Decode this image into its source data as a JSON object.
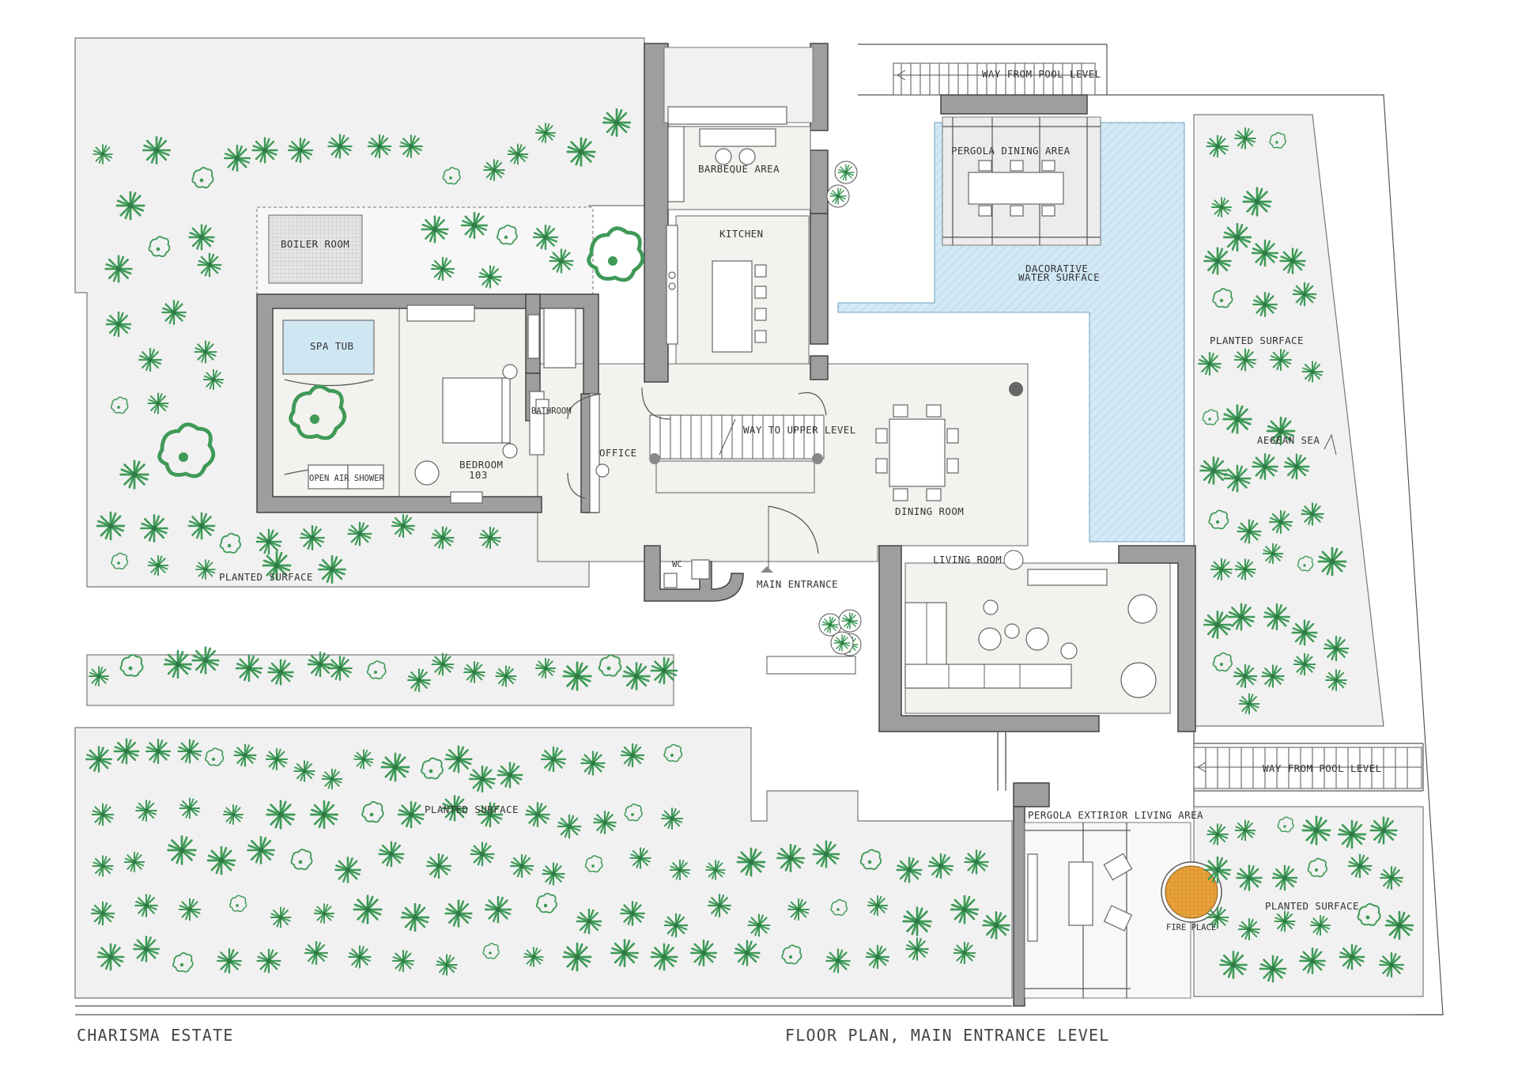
{
  "plan": {
    "project_name": "CHARISMA ESTATE",
    "drawing_title": "FLOOR PLAN, MAIN ENTRANCE LEVEL",
    "labels": {
      "way_from_pool_top": "WAY FROM POOL LEVEL",
      "pergola_dining": "PERGOLA DINING AREA",
      "barbeque": "BARBEQUE AREA",
      "kitchen": "KITCHEN",
      "boiler_room": "BOILER ROOM",
      "decorative_water_1": "DACORATIVE",
      "decorative_water_2": "WATER SURFACE",
      "planted_right": "PLANTED SURFACE",
      "aegean_sea": "AEGEAN SEA",
      "spa_tub": "SPA TUB",
      "bathroom": "BATHROOM",
      "open_air_shower": "OPEN AIR SHOWER",
      "bedroom_1": "BEDROOM",
      "bedroom_2": "103",
      "office": "OFFICE",
      "way_to_upper": "WAY TO UPPER LEVEL",
      "dining_room": "DINING ROOM",
      "living_room": "LIVING ROOM",
      "wc": "WC",
      "main_entrance": "MAIN ENTRANCE",
      "planted_left": "PLANTED SURFACE",
      "planted_lower": "PLANTED SURFACE",
      "way_from_pool_bottom": "WAY FROM POOL LEVEL",
      "pergola_exterior": "PERGOLA EXTIRIOR LIVING AREA",
      "fire_place": "FIRE PLACE",
      "planted_bottom_right": "PLANTED SURFACE"
    },
    "colors": {
      "wall": "#9e9e9e",
      "garden": "#f1f1f1",
      "floor": "#f3f2ee",
      "water": "#cfe7f3",
      "plant": "#3f9a57",
      "fire": "#e8a23a"
    }
  }
}
